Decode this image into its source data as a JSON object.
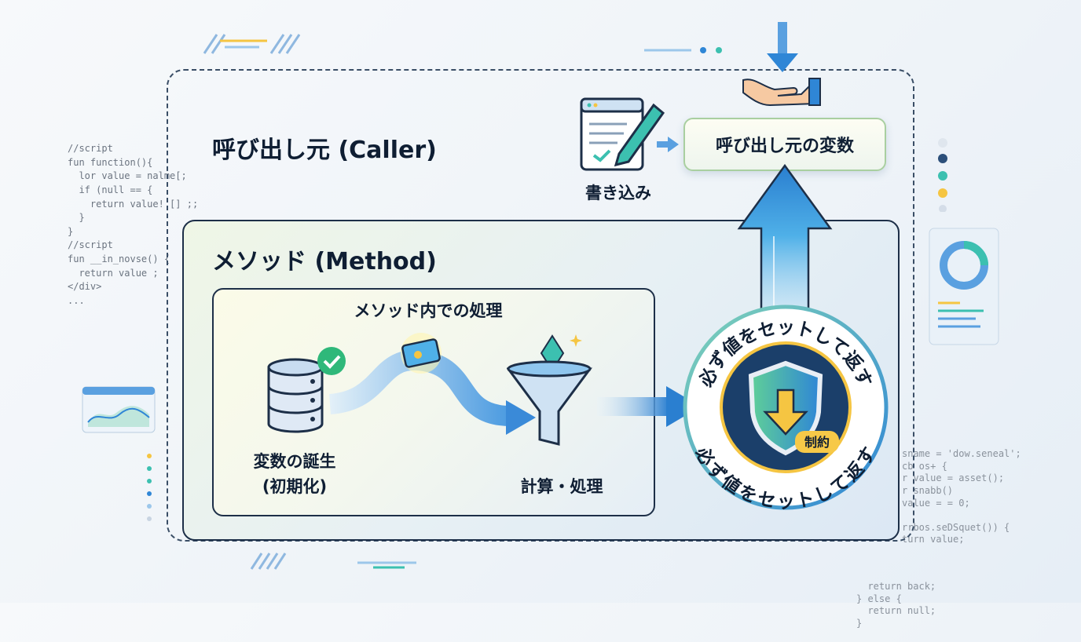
{
  "caller": {
    "title": "呼び出し元 (Caller)",
    "variable_label": "呼び出し元の変数",
    "write_label": "書き込み"
  },
  "method": {
    "title": "メソッド (Method)",
    "inner_title": "メソッド内での処理",
    "birth_label": "変数の誕生",
    "birth_sub": "(初期化)",
    "process_label": "計算・処理"
  },
  "badge": {
    "ring_text": "必ず値をセットして返す",
    "tag": "制約"
  },
  "code_left": [
    "//script",
    "fun function(){",
    "  lor value = nalme[;",
    "  if (null == {",
    "    return value! [] ;;",
    "  }",
    "}",
    "//script",
    "fun __in_novse() {",
    "  return value ;",
    "</div>",
    "..."
  ],
  "code_right": [
    "sname = 'dow.seneal';",
    "",
    "cb os+ {",
    "r value = asset();",
    "r snabb()",
    "value = = 0;",
    "",
    "rrbos.seDSquet()) {",
    "turn value;",
    "",
    "  return back;",
    "} else {",
    "  return null;",
    "}"
  ],
  "colors": {
    "navy": "#1d2f48",
    "arrow_blue": "#2f86d6",
    "teal": "#3cc0b0",
    "yellow": "#f5c542"
  }
}
